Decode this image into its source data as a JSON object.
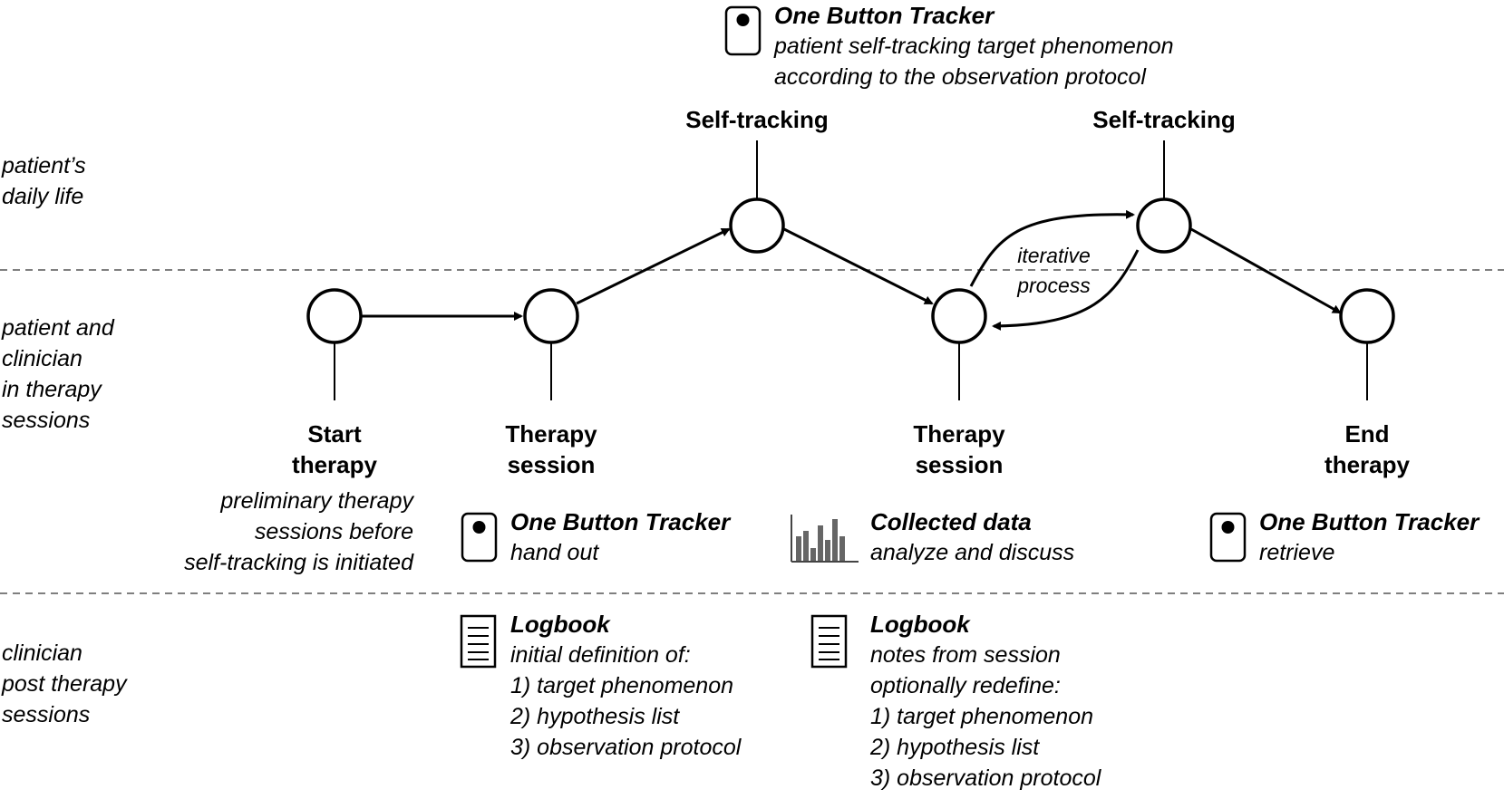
{
  "lanes": {
    "daily_life": [
      "patient’s",
      "daily life"
    ],
    "therapy_sessions": [
      "patient and",
      "clinician",
      "in therapy",
      "sessions"
    ],
    "post_sessions": [
      "clinician",
      "post therapy",
      "sessions"
    ]
  },
  "nodes": {
    "start": [
      "Start",
      "therapy"
    ],
    "therapy1": [
      "Therapy",
      "session"
    ],
    "self1": "Self-tracking",
    "therapy2": [
      "Therapy",
      "session"
    ],
    "self2": "Self-tracking",
    "end": [
      "End",
      "therapy"
    ]
  },
  "loop_label": [
    "iterative",
    "process"
  ],
  "preliminary_note": [
    "preliminary therapy",
    "sessions before",
    "self-tracking is initiated"
  ],
  "tracker_top": {
    "title": "One Button Tracker",
    "lines": [
      "patient self-tracking target phenomenon",
      "according to the observation protocol"
    ]
  },
  "tracker_handout": {
    "title": "One Button Tracker",
    "desc": "hand out"
  },
  "collected_data": {
    "title": "Collected data",
    "desc": "analyze and discuss"
  },
  "tracker_retrieve": {
    "title": "One Button Tracker",
    "desc": "retrieve"
  },
  "logbook_initial": {
    "title": "Logbook",
    "lines": [
      "initial definition of:",
      "1) target phenomenon",
      "2) hypothesis list",
      "3) observation protocol"
    ]
  },
  "logbook_notes": {
    "title": "Logbook",
    "lines": [
      "notes from session",
      "optionally redefine:",
      "1) target phenomenon",
      "2) hypothesis list",
      "3) observation protocol"
    ]
  },
  "icons": [
    "tracker-icon",
    "bar-chart-icon",
    "logbook-icon",
    "arrow-icon"
  ]
}
